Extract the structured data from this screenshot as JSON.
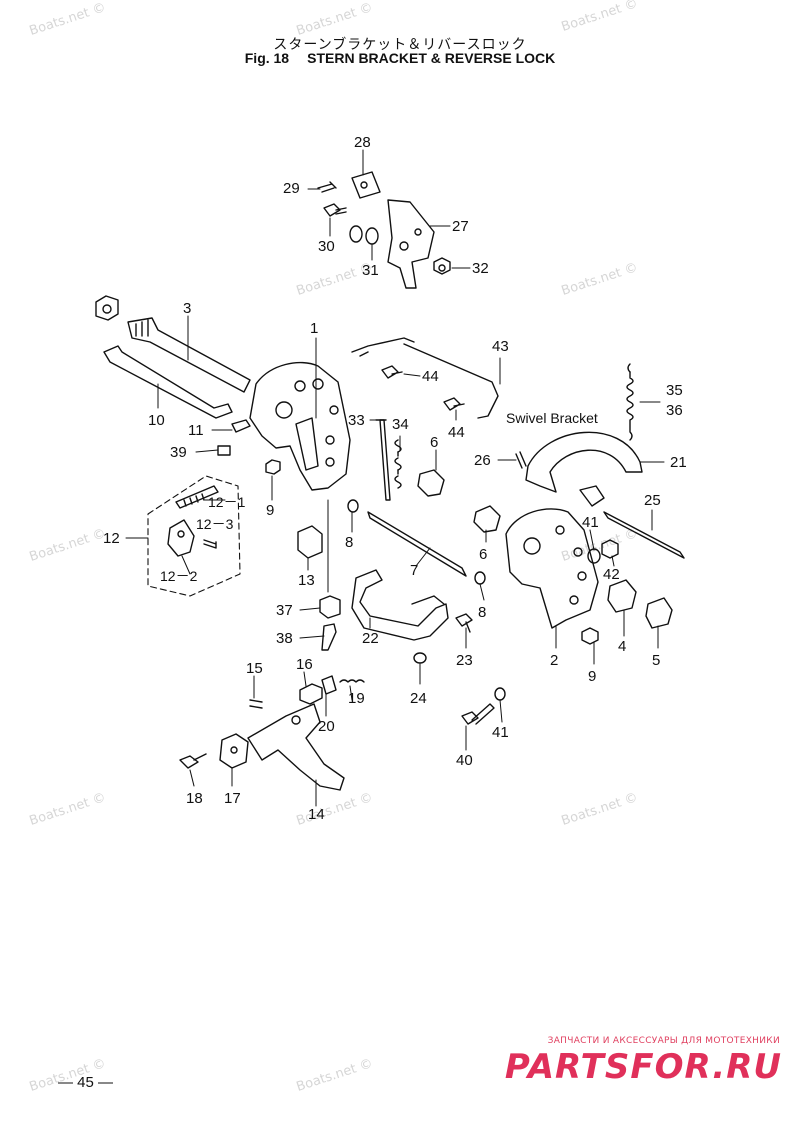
{
  "title": {
    "japanese": "スターンブラケット＆リバースロック",
    "fig_number": "Fig. 18",
    "english": "STERN BRACKET & REVERSE LOCK"
  },
  "watermark": "Boats.net ©",
  "callouts": {
    "c1": "1",
    "c2": "2",
    "c3": "3",
    "c4": "4",
    "c5": "5",
    "c6a": "6",
    "c6b": "6",
    "c7": "7",
    "c8a": "8",
    "c8b": "8",
    "c9a": "9",
    "c9b": "9",
    "c10": "10",
    "c11": "11",
    "c12": "12",
    "c12_1": "12－1",
    "c12_2": "12－2",
    "c12_3": "12－3",
    "c13": "13",
    "c14": "14",
    "c15": "15",
    "c16": "16",
    "c17": "17",
    "c18": "18",
    "c19": "19",
    "c20": "20",
    "c21": "21",
    "c22": "22",
    "c23": "23",
    "c24": "24",
    "c25": "25",
    "c26": "26",
    "c27": "27",
    "c28": "28",
    "c29": "29",
    "c30": "30",
    "c31": "31",
    "c32": "32",
    "c33": "33",
    "c34": "34",
    "c35": "35",
    "c36": "36",
    "c37": "37",
    "c38": "38",
    "c39": "39",
    "c40": "40",
    "c41a": "41",
    "c41b": "41",
    "c42": "42",
    "c43": "43",
    "c44a": "44",
    "c44b": "44"
  },
  "swivel_label": "Swivel Bracket",
  "page_number": "— 45 —",
  "promo": {
    "tagline": "ЗАПЧАСТИ И АКСЕССУАРЫ ДЛЯ МОТОТЕХНИКИ",
    "logo": "PARTSFOR.RU",
    "color": "#e0305a"
  }
}
